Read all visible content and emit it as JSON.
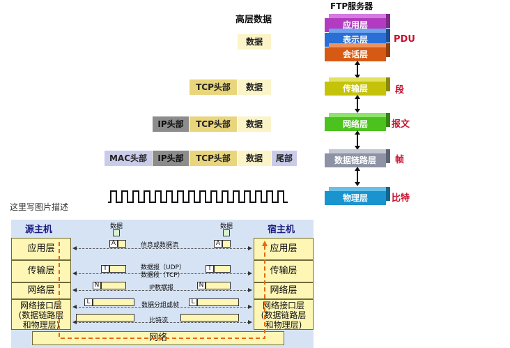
{
  "stack": {
    "high_data": "高层数据",
    "ftp_server": "FTP服务器",
    "data": "数据",
    "tcp_header": "TCP头部",
    "ip_header": "IP头部",
    "mac_header": "MAC头部",
    "tail": "尾部"
  },
  "layers": [
    {
      "label": "应用层",
      "color": "#b33bc1"
    },
    {
      "label": "表示层",
      "color": "#2a6fd6"
    },
    {
      "label": "会话层",
      "color": "#d65a13"
    },
    {
      "label": "传输层",
      "color": "#c4c30a"
    },
    {
      "label": "网络层",
      "color": "#4cc21f"
    },
    {
      "label": "数据链路层",
      "color": "#8d93a4"
    },
    {
      "label": "物理层",
      "color": "#1a94cf"
    }
  ],
  "pdu_labels": {
    "pdu": "PDU",
    "segment": "段",
    "packet": "报文",
    "frame": "帧",
    "bit": "比特"
  },
  "caption": "这里写图片描述",
  "bottom": {
    "source_host": "源主机",
    "dest_host": "宿主机",
    "data_left": "数据",
    "data_right": "数据",
    "host_layers": [
      "应用层",
      "传输层",
      "网络层"
    ],
    "link_layer": "网络接口层\n(数据链路层\n和物理层)",
    "network": "网络",
    "flows": {
      "app": "信息或数据流",
      "transport": "数据报（UDP）\n数据段（TCP）",
      "network": "IP数据报",
      "link": "数据分组或帧",
      "physical": "比特流"
    },
    "tags": {
      "app": "A",
      "transport": "T",
      "network": "N",
      "link": "L"
    }
  },
  "colors": {
    "pdu_red": "#c8102e",
    "panel": "#d6e3f4",
    "host_box": "#fdf6b5"
  }
}
